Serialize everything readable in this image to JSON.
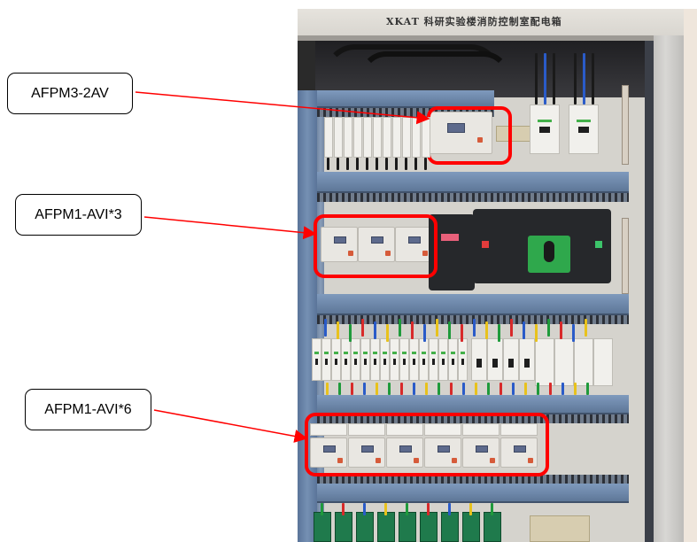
{
  "figure": {
    "cabinet_title": "XKAT 科研实验楼消防控制室配电箱",
    "annotation_color": "#ff0000"
  },
  "callouts": [
    {
      "id": "afpm3",
      "label": "AFPM3-2AV",
      "target": "AFPM3-2AV monitor module (top rail)"
    },
    {
      "id": "afpm1x3",
      "label": "AFPM1-AVI*3",
      "target": "three AFPM1-AVI modules (second rail)"
    },
    {
      "id": "afpm1x6",
      "label": "AFPM1-AVI*6",
      "target": "six AFPM1-AVI modules (fourth rail)"
    }
  ]
}
